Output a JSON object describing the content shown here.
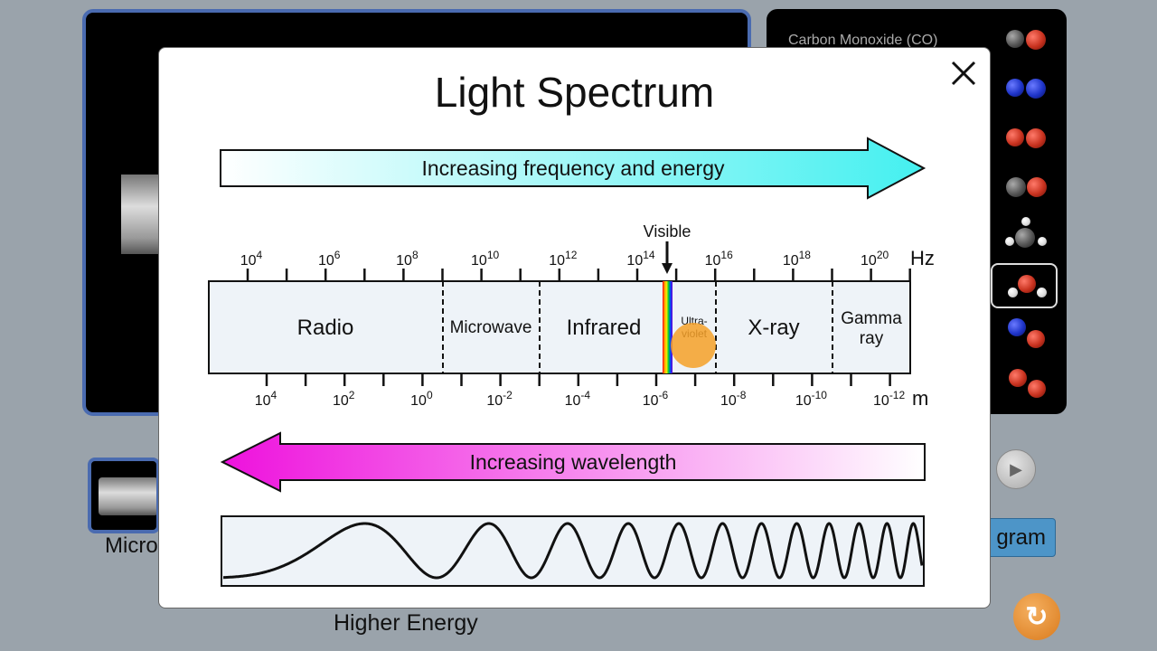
{
  "dialog": {
    "title": "Light Spectrum",
    "frequency_arrow_label": "Increasing frequency and energy",
    "wavelength_arrow_label": "Increasing wavelength",
    "visible_label": "Visible",
    "frequency_unit": "Hz",
    "wavelength_unit": "m",
    "frequency_ticks": [
      {
        "base": "10",
        "exp": "4"
      },
      {
        "base": "10",
        "exp": "6"
      },
      {
        "base": "10",
        "exp": "8"
      },
      {
        "base": "10",
        "exp": "10"
      },
      {
        "base": "10",
        "exp": "12"
      },
      {
        "base": "10",
        "exp": "14"
      },
      {
        "base": "10",
        "exp": "16"
      },
      {
        "base": "10",
        "exp": "18"
      },
      {
        "base": "10",
        "exp": "20"
      }
    ],
    "wavelength_ticks": [
      {
        "base": "10",
        "exp": "4"
      },
      {
        "base": "10",
        "exp": "2"
      },
      {
        "base": "10",
        "exp": "0"
      },
      {
        "base": "10",
        "exp": "-2"
      },
      {
        "base": "10",
        "exp": "-4"
      },
      {
        "base": "10",
        "exp": "-6"
      },
      {
        "base": "10",
        "exp": "-8"
      },
      {
        "base": "10",
        "exp": "-10"
      },
      {
        "base": "10",
        "exp": "-12"
      }
    ],
    "regions": {
      "radio": "Radio",
      "microwave": "Microwave",
      "infrared": "Infrared",
      "ultraviolet_line1": "Ultra-",
      "ultraviolet_line2": "violet",
      "xray": "X-ray",
      "gamma_line1": "Gamma",
      "gamma_line2": "ray"
    }
  },
  "molecules": {
    "items": [
      {
        "label": "Carbon Monoxide (CO)"
      }
    ]
  },
  "emitter": {
    "label": "Micro"
  },
  "buttons": {
    "diagram_label": "gram",
    "reset_icon": "↻",
    "step_icon": "▶"
  },
  "energy_label": "Higher Energy",
  "colors": {
    "accent_cyan": "#44f0f0",
    "accent_magenta": "#ee11dd",
    "panel_blue": "#4a6bb0",
    "button_blue": "#4d95c8",
    "reset_orange": "#e08a2a"
  }
}
